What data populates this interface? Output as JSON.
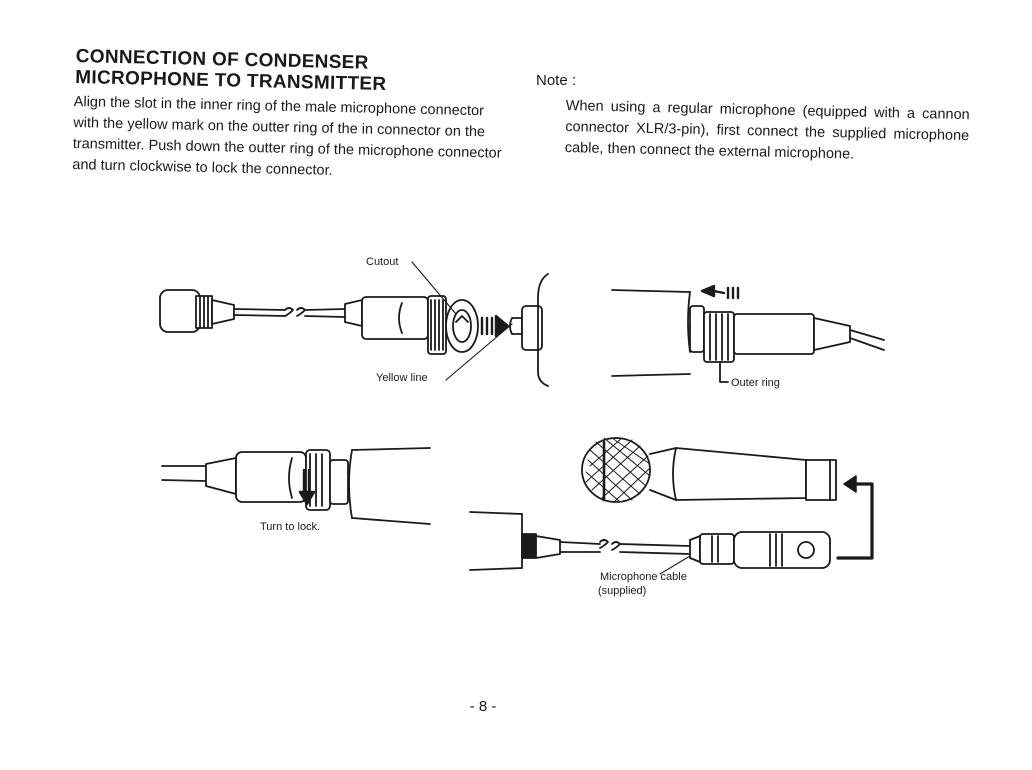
{
  "section": {
    "title_line1": "CONNECTION OF CONDENSER",
    "title_line2": "MICROPHONE TO TRANSMITTER",
    "instructions": "Align the slot in the inner ring of the male microphone connector with the yellow mark on the outter ring of the in connector on the transmitter. Push down the outter ring of the microphone connector and turn clockwise to lock the connector."
  },
  "note": {
    "label": "Note :",
    "text": "When using a regular microphone (equipped with a cannon connector XLR/3-pin), first connect the supplied microphone cable, then connect the external microphone."
  },
  "diagram": {
    "labels": {
      "cutout": "Cutout",
      "yellow_line": "Yellow line",
      "outer_ring": "Outer ring",
      "turn_to_lock": "Turn to lock.",
      "mic_cable_line1": "Microphone cable",
      "mic_cable_line2": "(supplied)"
    },
    "icons": [
      "condenser-microphone-icon",
      "connector-plug-icon",
      "transmitter-jack-icon",
      "dynamic-microphone-icon",
      "xlr-connector-icon"
    ]
  },
  "footer": {
    "page_number": "- 8 -"
  },
  "colors": {
    "ink": "#1a1a1a",
    "paper": "#ffffff"
  }
}
